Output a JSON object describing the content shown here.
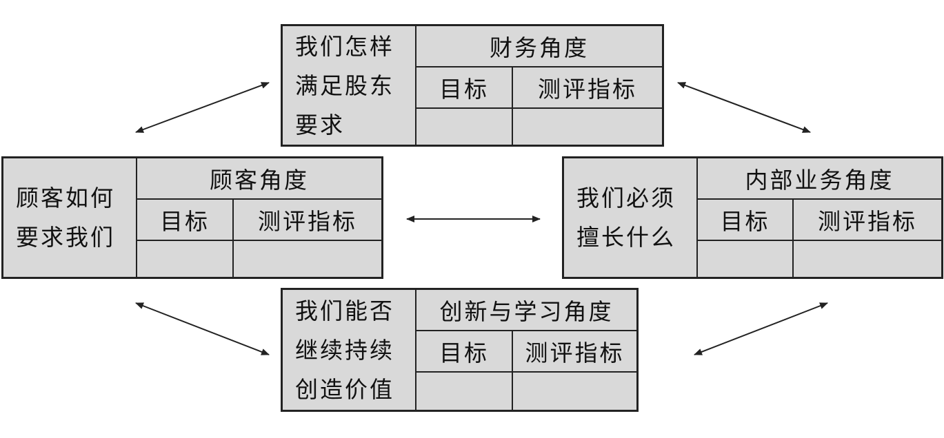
{
  "financial": {
    "question": [
      "我们怎样",
      "满足股东",
      "要求"
    ],
    "title": "财务角度",
    "goal_label": "目标",
    "measure_label": "测评指标"
  },
  "customer": {
    "question": [
      "顾客如何",
      "要求我们"
    ],
    "title": "顾客角度",
    "goal_label": "目标",
    "measure_label": "测评指标"
  },
  "internal": {
    "question": [
      "我们必须",
      "擅长什么"
    ],
    "title": "内部业务角度",
    "goal_label": "目标",
    "measure_label": "测评指标"
  },
  "innovation": {
    "question": [
      "我们能否",
      "继续持续",
      "创造价值"
    ],
    "title": "创新与学习角度",
    "goal_label": "目标",
    "measure_label": "测评指标"
  },
  "colors": {
    "box_fill": "#d9d9d9",
    "border": "#222222",
    "background": "#ffffff"
  }
}
